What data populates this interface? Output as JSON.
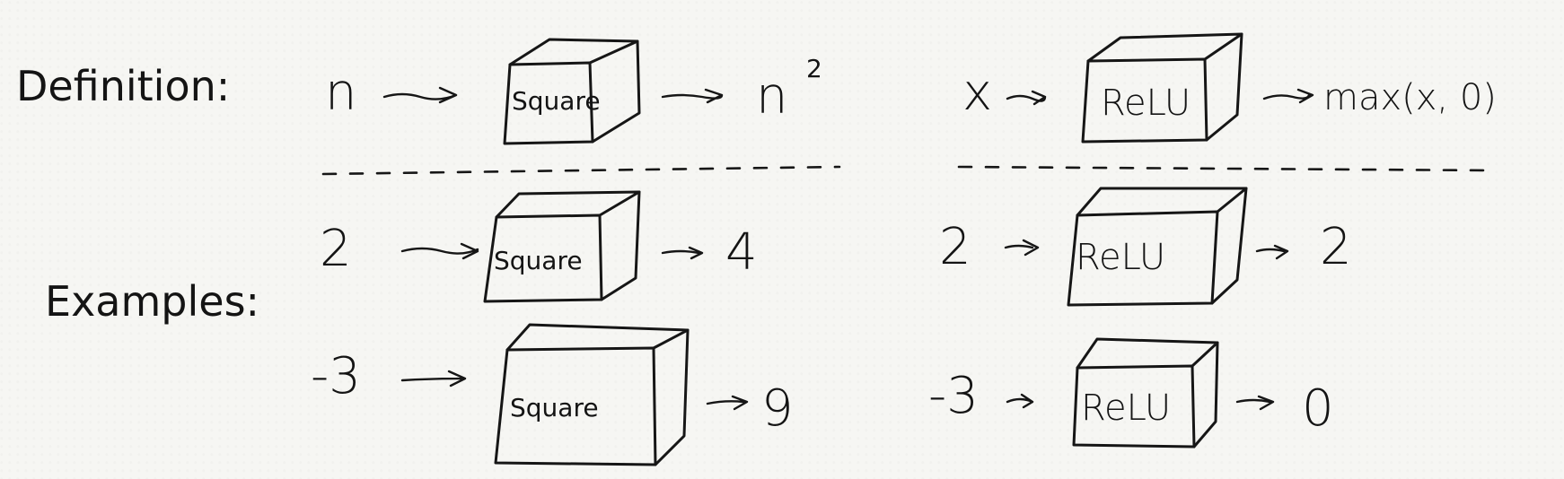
{
  "row_labels": {
    "definition": "Definition:",
    "examples": "Examples:"
  },
  "square": {
    "definition": {
      "input": "n",
      "box": "Square",
      "output": "n",
      "output_exp": "2"
    },
    "examples": [
      {
        "input": "2",
        "box": "Square",
        "output": "4"
      },
      {
        "input": "-3",
        "box": "Square",
        "output": "9"
      }
    ]
  },
  "relu": {
    "definition": {
      "input": "x",
      "box": "ReLU",
      "output": "max(x, 0)"
    },
    "examples": [
      {
        "input": "2",
        "box": "ReLU",
        "output": "2"
      },
      {
        "input": "-3",
        "box": "ReLU",
        "output": "0"
      }
    ]
  }
}
